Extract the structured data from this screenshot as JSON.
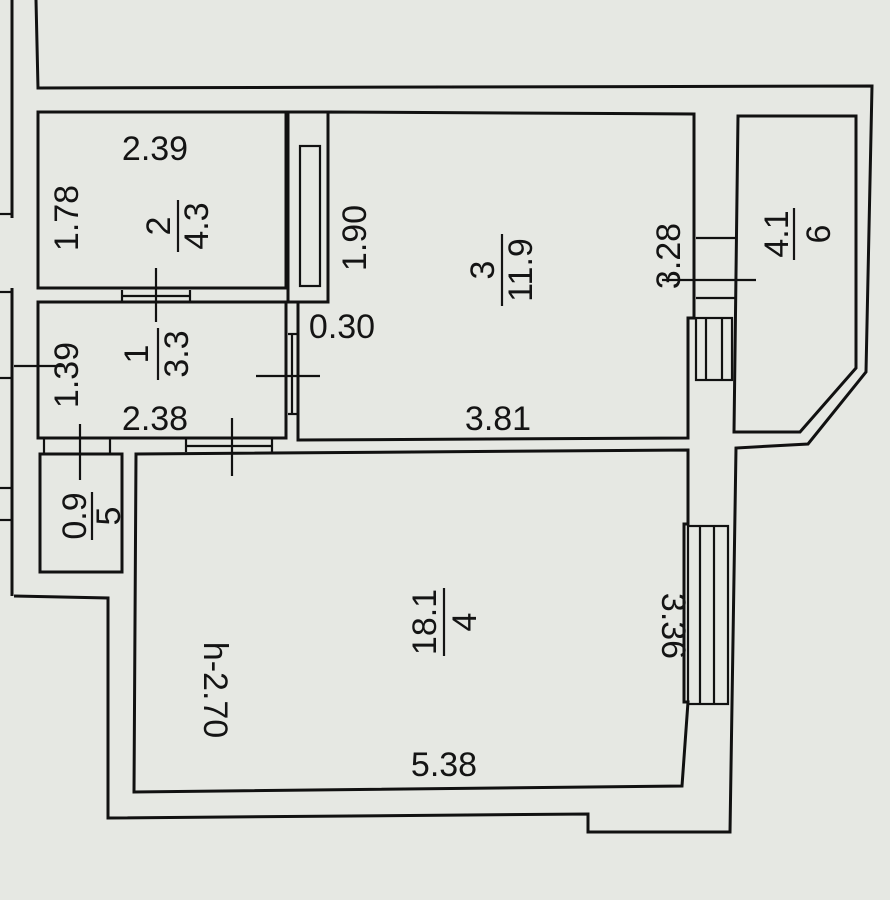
{
  "rooms": [
    {
      "number": "1",
      "area": "3.3",
      "dim_a": "1.39",
      "dim_b": "2.38"
    },
    {
      "number": "2",
      "area": "4.3",
      "dim_a": "2.39",
      "dim_b": "1.78"
    },
    {
      "number": "3",
      "area": "11.9",
      "dim_a": "1.90",
      "dim_b": "3.28",
      "dim_c": "3.81",
      "dim_d": "0.30"
    },
    {
      "number": "4",
      "area": "18.1",
      "dim_a": "3.36",
      "dim_b": "5.38"
    },
    {
      "number": "5",
      "area": "0.9"
    },
    {
      "number": "6",
      "area": "4.1"
    }
  ],
  "ceiling_height": "h-2.70",
  "colors": {
    "line": "#111111",
    "paper": "#e6e8e3"
  }
}
